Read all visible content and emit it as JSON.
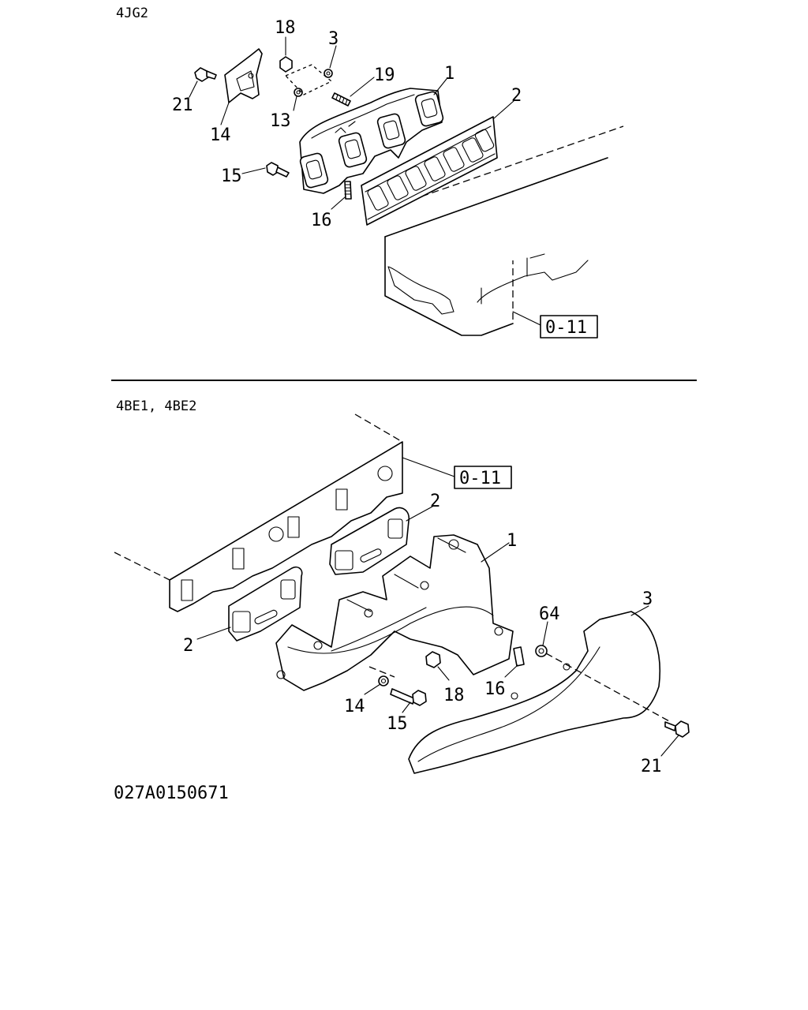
{
  "top_section": {
    "title": "4JG2",
    "ref_box": "0-11",
    "callouts": [
      "1",
      "2",
      "3",
      "13",
      "14",
      "15",
      "16",
      "18",
      "19",
      "21"
    ]
  },
  "bottom_section": {
    "title": "4BE1, 4BE2",
    "ref_box": "0-11",
    "callouts": [
      "1",
      "2",
      "2",
      "3",
      "14",
      "15",
      "16",
      "18",
      "21",
      "64"
    ]
  },
  "drawing_number": "027A0150671"
}
